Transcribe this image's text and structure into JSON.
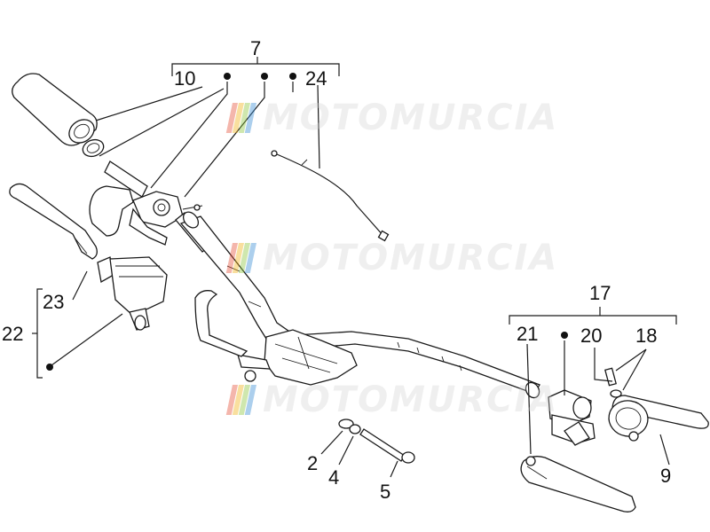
{
  "labels": {
    "l7": "7",
    "l10": "10",
    "l24": "24",
    "l22": "22",
    "l23": "23",
    "l17": "17",
    "l21": "21",
    "l20": "20",
    "l18": "18",
    "l9": "9",
    "l2": "2",
    "l4": "4",
    "l5": "5"
  },
  "watermark": {
    "text": "MOTOMURCIA",
    "stripe_colors": [
      "#e5533a",
      "#f2b31b",
      "#8fc740",
      "#3b8fd6"
    ]
  }
}
